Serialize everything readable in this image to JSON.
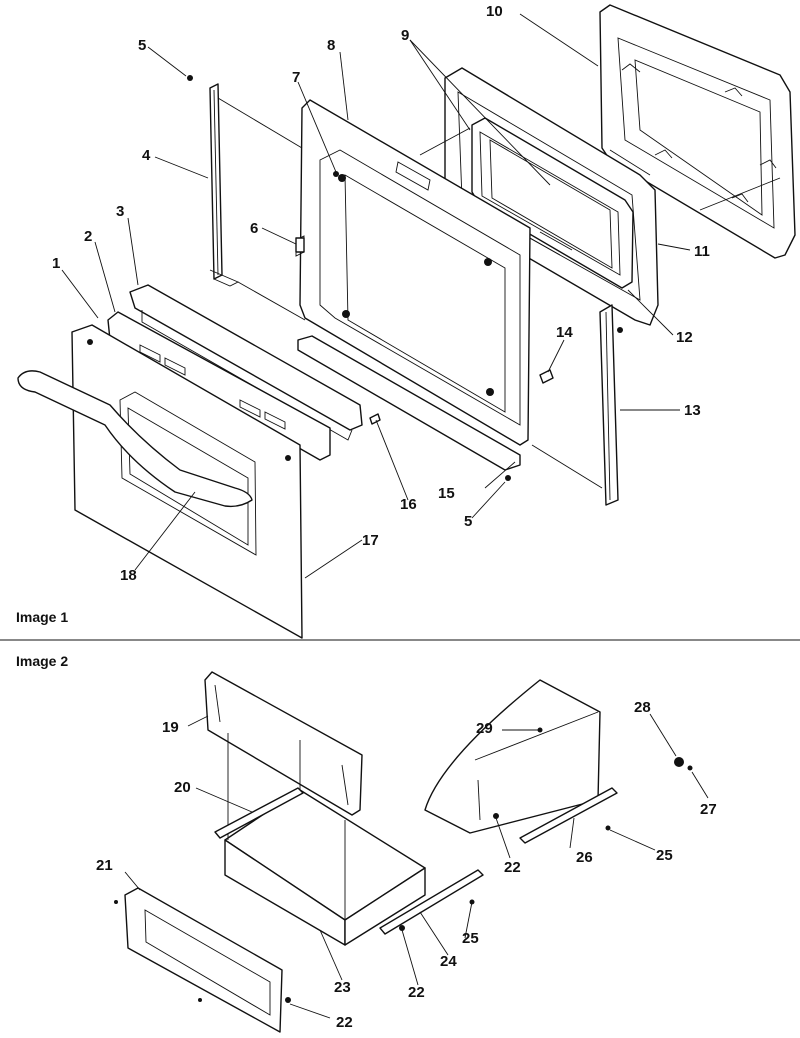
{
  "panels": [
    {
      "id": "image-1",
      "label": "Image 1"
    },
    {
      "id": "image-2",
      "label": "Image 2"
    }
  ],
  "callouts": {
    "c1": "1",
    "c2": "2",
    "c3": "3",
    "c4": "4",
    "c5a": "5",
    "c5b": "5",
    "c6": "6",
    "c7": "7",
    "c8": "8",
    "c9": "9",
    "c10": "10",
    "c11": "11",
    "c12": "12",
    "c13": "13",
    "c14": "14",
    "c15": "15",
    "c16": "16",
    "c17": "17",
    "c18": "18",
    "c19": "19",
    "c20": "20",
    "c21": "21",
    "c22a": "22",
    "c22b": "22",
    "c22c": "22",
    "c23": "23",
    "c24": "24",
    "c25a": "25",
    "c25b": "25",
    "c26": "26",
    "c27": "27",
    "c28": "28",
    "c29": "29"
  },
  "colors": {
    "ink": "#111111",
    "background": "#ffffff"
  }
}
